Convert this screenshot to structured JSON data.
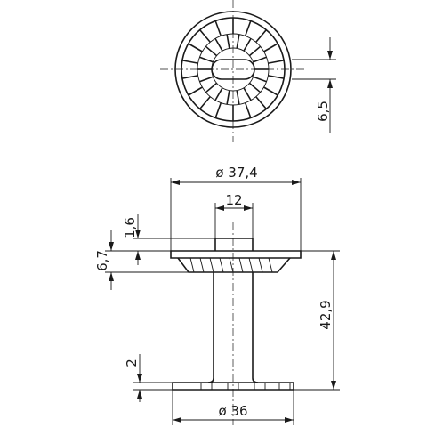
{
  "drawing": {
    "top_view": {
      "dimensions": {
        "slot_width": "6,5"
      }
    },
    "side_view": {
      "dimensions": {
        "top_diameter": "ø 37,4",
        "hub_width": "12",
        "hub_height": "1,6",
        "flange_height": "6,7",
        "total_height": "42,9",
        "base_thickness": "2",
        "base_diameter": "ø 36"
      }
    }
  }
}
